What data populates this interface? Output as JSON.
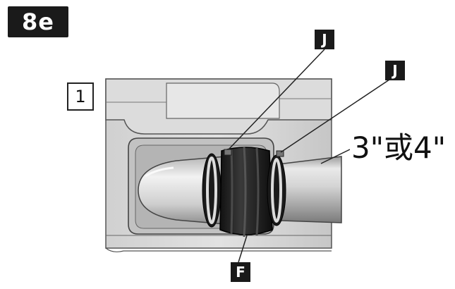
{
  "step_badge": "8e",
  "item_number": "1",
  "callouts": {
    "clamp_top": "J",
    "clamp_right": "J",
    "connector": "F"
  },
  "size_label": "3\"或4\"",
  "colors": {
    "badge_bg": "#1a1a1a",
    "metal_light": "#e6e6e6",
    "metal_dark": "#8a8a8a",
    "rubber": "#1e1e1e"
  }
}
